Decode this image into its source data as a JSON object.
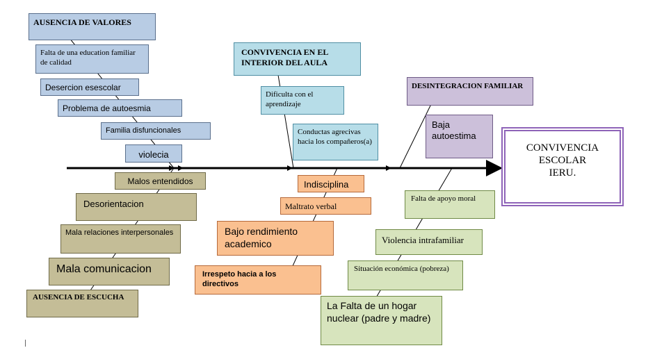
{
  "diagram": {
    "effect": {
      "lines": [
        "CONVIVENCIA",
        "ESCOLAR",
        "IERU."
      ]
    },
    "categories": {
      "ausencia_valores": "AUSENCIA DE VALORES",
      "convivencia_aula": "CONVIVENCIA  EN EL INTERIOR DEL AULA",
      "desintegracion_familiar": "DESINTEGRACION FAMILIAR",
      "ausencia_escucha": "AUSENCIA  DE ESCUCHA"
    },
    "causes": {
      "falta_educacion": "Falta de una education familiar de calidad",
      "desercion": "Desercion esescolar",
      "autoestima_problema": "Problema de autoesmia",
      "familia_disfuncional": "Familia disfuncionales",
      "violencia": "violecia",
      "dificultad_aprendizaje": "Dificulta con el aprendizaje",
      "conductas_agresivas": "Conductas agrecivas hacia los compañeros(a)",
      "baja_autoestima": "Baja autoestima",
      "malos_entendidos": "Malos entendidos",
      "desorientacion": "Desorientacion",
      "malas_relaciones": "Mala relaciones interpersonales",
      "mala_comunicacion": "Mala comunicacion",
      "indisciplina": "Indisciplina",
      "maltrato_verbal": "Maltrato verbal",
      "bajo_rendimiento": "Bajo rendimiento academico",
      "irrespeto": "Irrespeto hacia a los directivos",
      "falta_apoyo": "Falta de apoyo moral",
      "violencia_intrafamiliar": "Violencia intrafamiliar",
      "situacion_economica": "Situación económica (pobreza)",
      "falta_hogar": "La Falta de un hogar nuclear (padre y madre)"
    },
    "colors": {
      "blue": "#b8cce4",
      "teal": "#b7dde8",
      "purple": "#ccc0da",
      "tan": "#c4bd97",
      "orange": "#fac090",
      "green": "#d7e4bd",
      "effect_border": "#8e63b8"
    }
  }
}
